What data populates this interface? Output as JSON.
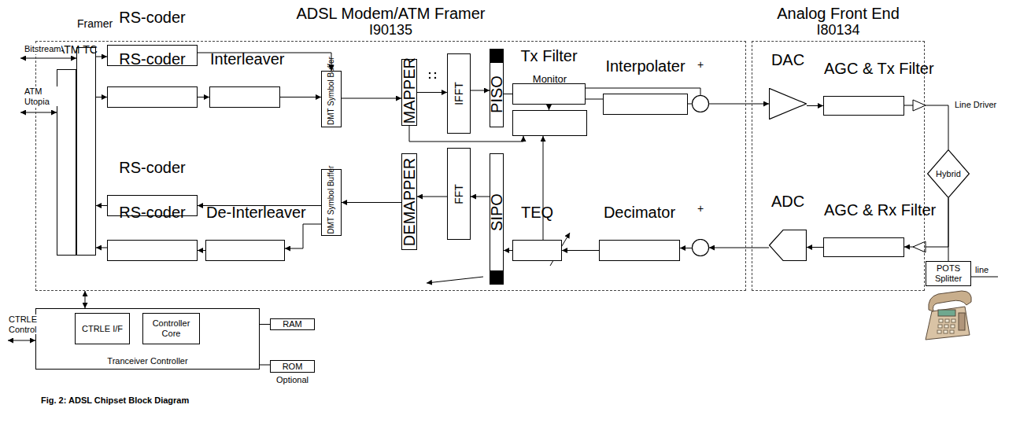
{
  "diagram": {
    "caption": "Fig. 2: ADSL Chipset Block Diagram",
    "nodes": [
      {
        "text": [
          "ADSL Modem/ATM Framer",
          "I90135"
        ]
      },
      {
        "text": [
          "Analog Front End",
          "I80134"
        ]
      },
      {
        "text": [
          "Framer"
        ],
        "in": 0
      },
      {
        "text": [
          "ATM TC"
        ],
        "in": 0
      },
      {
        "text": [
          "RS-coder"
        ],
        "in": 0
      },
      {
        "text": [
          "RS-coder"
        ],
        "in": 0
      },
      {
        "text": [
          "Interleaver"
        ],
        "in": 0
      },
      {
        "text": [
          "RS-coder"
        ],
        "in": 0
      },
      {
        "text": [
          "RS-coder"
        ],
        "in": 0
      },
      {
        "text": [
          "De-Interleaver"
        ],
        "in": 0
      },
      {
        "text": [
          "DMT Symbol Buffer"
        ],
        "in": 0
      },
      {
        "text": [
          "DMT Symbol Buffer"
        ],
        "in": 0
      },
      {
        "text": [
          "MAPPER"
        ],
        "in": 0
      },
      {
        "text": [
          "IFFT"
        ],
        "in": 0
      },
      {
        "text": [
          "PISO"
        ],
        "in": 0
      },
      {
        "text": [
          "DEMAPPER"
        ],
        "in": 0
      },
      {
        "text": [
          "FFT"
        ],
        "in": 0
      },
      {
        "text": [
          "SIPO"
        ],
        "in": 0
      },
      {
        "text": [
          "Tx Filter"
        ],
        "in": 0
      },
      {
        "text": [
          "Interpolater"
        ],
        "in": 0
      },
      {
        "text": [
          "+"
        ],
        "in": 0
      },
      {
        "text": [
          "Monitor"
        ],
        "in": 0
      },
      {
        "text": [
          "TEQ"
        ],
        "in": 0
      },
      {
        "text": [
          "Decimator"
        ],
        "in": 0
      },
      {
        "text": [
          "+"
        ],
        "in": 0
      },
      {
        "text": [
          "DAC"
        ],
        "in": 1
      },
      {
        "text": [
          "AGC & Tx Filter"
        ],
        "in": 1
      },
      {
        "text": [
          "ADC"
        ],
        "in": 1
      },
      {
        "text": [
          "AGC & Rx Filter"
        ],
        "in": 1
      },
      {
        "text": [
          "Hybrid"
        ]
      },
      {
        "text": [
          "POTS Splitter"
        ]
      },
      {
        "text": [
          "Tranceiver Controller"
        ]
      },
      {
        "text": [
          "CTRLE I/F"
        ],
        "in": 31
      },
      {
        "text": [
          "Controller Core"
        ],
        "in": 31
      },
      {
        "text": [
          "RAM"
        ]
      },
      {
        "text": [
          "ROM"
        ]
      }
    ],
    "edges": [
      {
        "from": 2,
        "to": 4,
        "arrow": "to"
      },
      {
        "from": 2,
        "to": 5,
        "arrow": "to"
      },
      {
        "from": 7,
        "to": 2,
        "arrow": "to"
      },
      {
        "from": 8,
        "to": 2,
        "arrow": "to"
      },
      {
        "from": 5,
        "to": 6,
        "arrow": "to"
      },
      {
        "from": 9,
        "to": 8,
        "arrow": "to"
      },
      {
        "from": 4,
        "to": 10,
        "arrow": "to"
      },
      {
        "from": 6,
        "to": 10,
        "arrow": "to"
      },
      {
        "from": 10,
        "to": 12,
        "arrow": "to"
      },
      {
        "from": 12,
        "to": 13,
        "arrow": "to"
      },
      {
        "from": 13,
        "to": 14,
        "arrow": "to"
      },
      {
        "from": 14,
        "to": 18,
        "arrow": "none"
      },
      {
        "from": 18,
        "to": 20,
        "arrow": "none"
      },
      {
        "from": 18,
        "to": 19,
        "arrow": "none"
      },
      {
        "from": 19,
        "to": 20,
        "arrow": "none"
      },
      {
        "from": 18,
        "to": 21,
        "arrow": "to"
      },
      {
        "from": 20,
        "to": 25,
        "arrow": "to"
      },
      {
        "from": 25,
        "to": 26,
        "arrow": "to"
      },
      {
        "from": 26,
        "to": 29,
        "arrow": "none"
      },
      {
        "from": 29,
        "to": 28,
        "arrow": "to"
      },
      {
        "from": 29,
        "to": 30,
        "arrow": "none"
      },
      {
        "from": 28,
        "to": 27,
        "arrow": "to"
      },
      {
        "from": 27,
        "to": 24,
        "arrow": "to"
      },
      {
        "from": 24,
        "to": 23,
        "arrow": "to"
      },
      {
        "from": 23,
        "to": 22,
        "arrow": "to"
      },
      {
        "from": 22,
        "to": 17,
        "arrow": "to"
      },
      {
        "from": 17,
        "to": 16,
        "arrow": "to"
      },
      {
        "from": 16,
        "to": 15,
        "arrow": "to"
      },
      {
        "from": 15,
        "to": 11,
        "arrow": "to"
      },
      {
        "from": 11,
        "to": 7,
        "arrow": "to"
      },
      {
        "from": 11,
        "to": 9,
        "arrow": "to"
      },
      {
        "from": 22,
        "to": 21,
        "arrow": "to"
      },
      {
        "from": 12,
        "to": 21,
        "arrow": "to"
      },
      {
        "from": 0,
        "to": 31,
        "arrow": "both"
      },
      {
        "from": 31,
        "to": 34,
        "arrow": "none"
      },
      {
        "from": 31,
        "to": 35,
        "arrow": "none"
      }
    ],
    "labels": [
      "Bitstream",
      "ATM Utopia",
      "Line Driver",
      "line",
      "CTRLE Control",
      "Optional"
    ]
  }
}
